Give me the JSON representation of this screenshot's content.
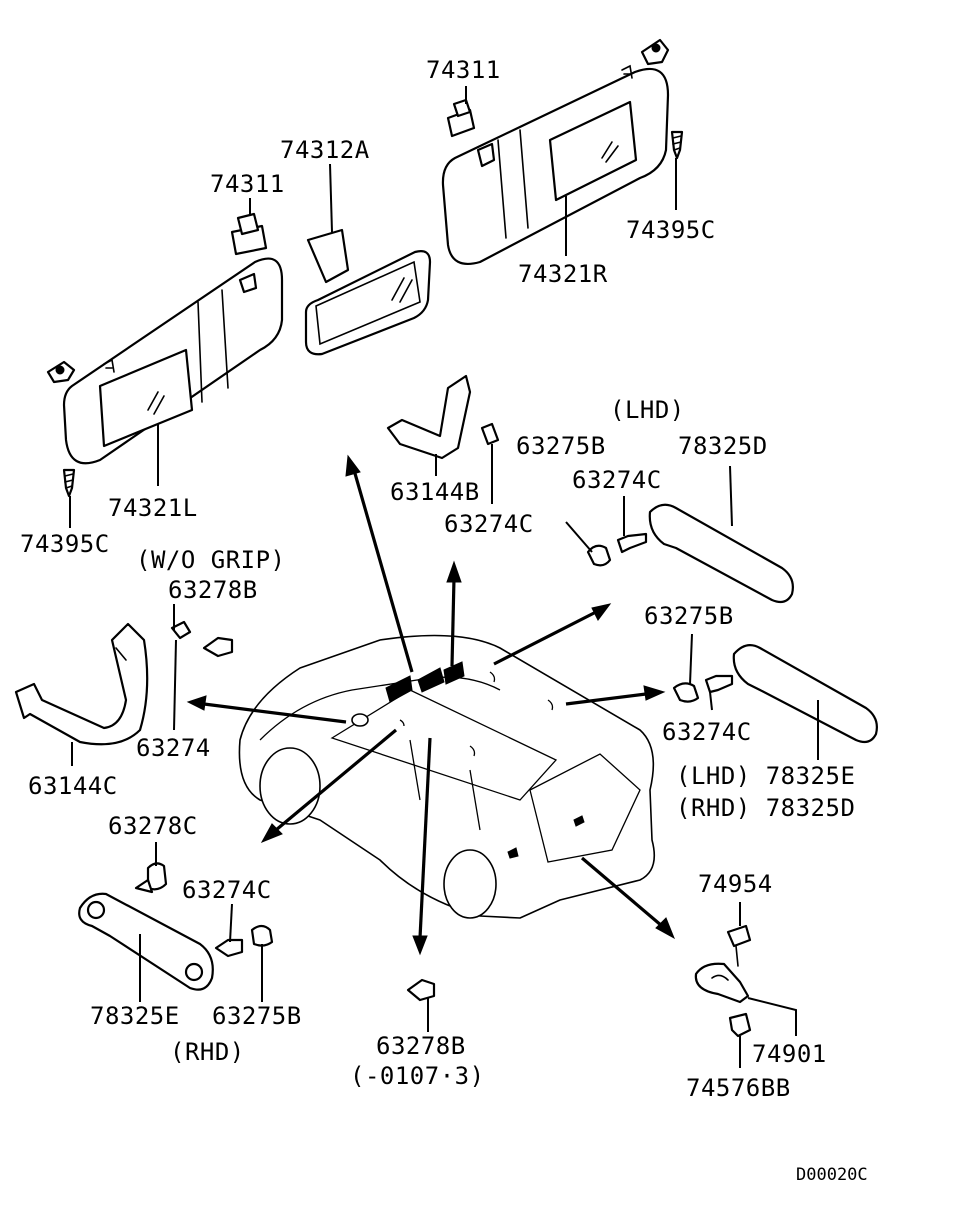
{
  "diagram": {
    "labels": {
      "p74311_top": "74311",
      "p74312A": "74312A",
      "p74311_left": "74311",
      "p74395C_right": "74395C",
      "p74321R": "74321R",
      "p74321L": "74321L",
      "p74395C_left": "74395C",
      "wo_grip": "(W/O GRIP)",
      "p63278B_top": "63278B",
      "p63274": "63274",
      "p63144C": "63144C",
      "p63144B": "63144B",
      "p63274C_mid": "63274C",
      "lhd_top": "(LHD)",
      "p63275B_top": "63275B",
      "p78325D_top": "78325D",
      "p63274C_top": "63274C",
      "p63275B_right": "63275B",
      "p63274C_right": "63274C",
      "lhd_78325E": "(LHD) 78325E",
      "rhd_78325D": "(RHD) 78325D",
      "p63278C": "63278C",
      "p63274C_left": "63274C",
      "p78325E_left": "78325E",
      "p63275B_left": "63275B",
      "rhd_left": "(RHD)",
      "p63278B_bottom": "63278B",
      "range_bottom": "(-0107·3)",
      "p74954": "74954",
      "p74901": "74901",
      "p74576BB": "74576BB",
      "diagram_code": "D00020C"
    }
  }
}
